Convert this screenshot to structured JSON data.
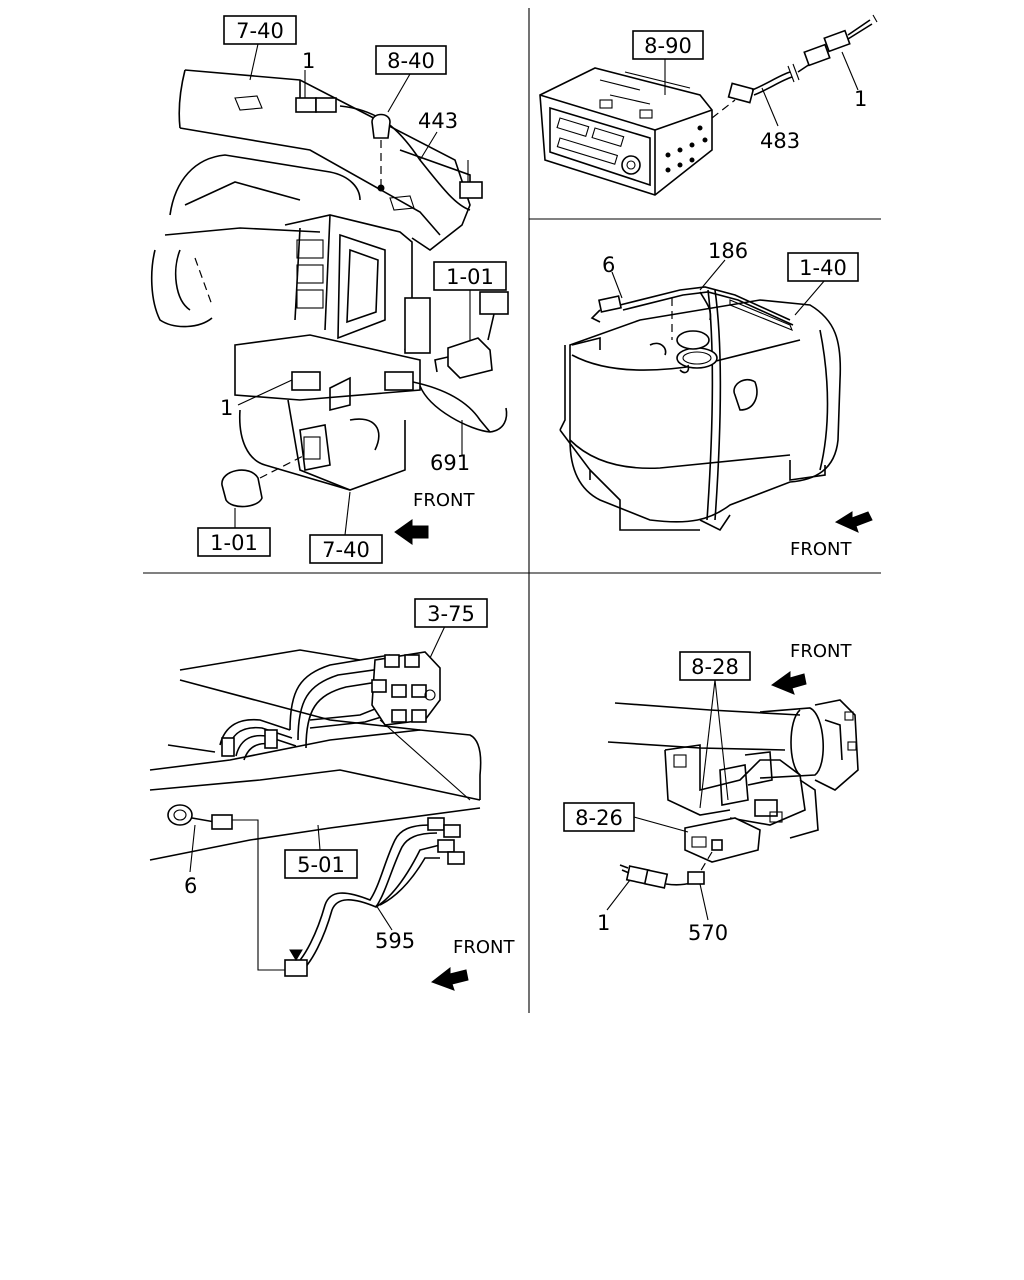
{
  "panels": {
    "dashboard": {
      "refs": {
        "r740a": "7-40",
        "r840": "8-40",
        "r101a": "1-01",
        "r101b": "1-01",
        "r740b": "7-40"
      },
      "parts": {
        "p1a": "1",
        "p443": "443",
        "p1b": "1",
        "p691": "691"
      },
      "front": "FRONT"
    },
    "radio": {
      "refs": {
        "r890": "8-90"
      },
      "parts": {
        "p1": "1",
        "p483": "483"
      }
    },
    "tank": {
      "refs": {
        "r140": "1-40"
      },
      "parts": {
        "p6": "6",
        "p186": "186"
      },
      "front": "FRONT"
    },
    "frame": {
      "refs": {
        "r375": "3-75",
        "r501": "5-01"
      },
      "parts": {
        "p6": "6",
        "p595": "595"
      },
      "front": "FRONT"
    },
    "module": {
      "refs": {
        "r828": "8-28",
        "r826": "8-26"
      },
      "parts": {
        "p1": "1",
        "p570": "570"
      },
      "front": "FRONT"
    }
  }
}
